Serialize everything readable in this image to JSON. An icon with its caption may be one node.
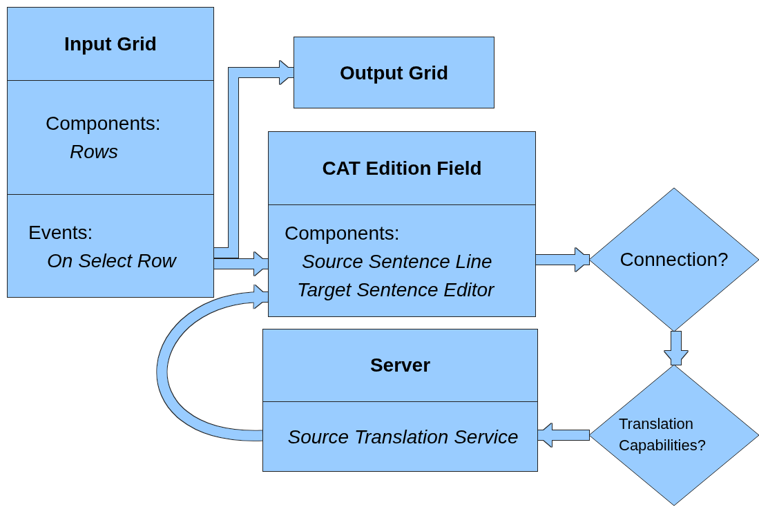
{
  "diagram": {
    "nodes": [
      {
        "text": [
          "Input Grid"
        ]
      },
      {
        "text": [
          "Components:",
          "Rows"
        ],
        "in": 0
      },
      {
        "text": [
          "Events:",
          "On Select Row"
        ],
        "in": 0
      },
      {
        "text": [
          "Output Grid"
        ]
      },
      {
        "text": [
          "CAT Edition Field"
        ]
      },
      {
        "text": [
          "Components:",
          "Source Sentence Line",
          "Target Sentence Editor"
        ],
        "in": 4
      },
      {
        "text": [
          "Connection?"
        ]
      },
      {
        "text": [
          "Server"
        ]
      },
      {
        "text": [
          "Source Translation Service"
        ],
        "in": 7
      },
      {
        "text": [
          "Translation Capabilities?"
        ]
      }
    ],
    "edges": [
      {
        "from": 2,
        "to": 3,
        "arrow": "to"
      },
      {
        "from": 2,
        "to": 5,
        "arrow": "to"
      },
      {
        "from": 5,
        "to": 6,
        "arrow": "to"
      },
      {
        "from": 6,
        "to": 9,
        "arrow": "to"
      },
      {
        "from": 9,
        "to": 8,
        "arrow": "to"
      },
      {
        "from": 8,
        "to": 5,
        "arrow": "to"
      }
    ]
  }
}
